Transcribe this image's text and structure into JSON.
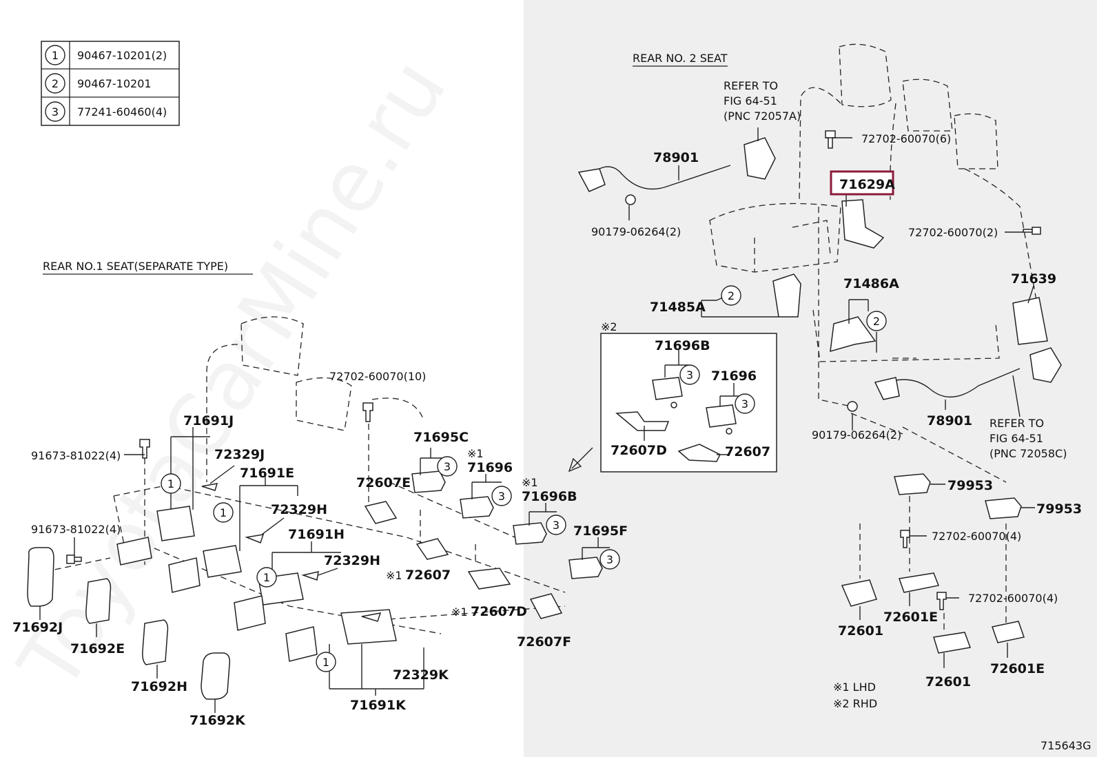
{
  "legend": [
    {
      "num": "1",
      "part": "90467-10201(2)"
    },
    {
      "num": "2",
      "part": "90467-10201"
    },
    {
      "num": "3",
      "part": "77241-60460(4)"
    }
  ],
  "sections": {
    "rear_no1": "REAR NO.1 SEAT(SEPARATE TYPE)",
    "rear_no2": "REAR NO. 2 SEAT"
  },
  "refer": {
    "top": [
      "REFER TO",
      "FIG 64-51",
      "(PNC 72057A)"
    ],
    "bottom": [
      "REFER TO",
      "FIG 64-51",
      "(PNC 72058C)"
    ]
  },
  "highlight": {
    "label": "71629A",
    "color": "#8b1a3a"
  },
  "rhd_box": {
    "mark": "※2"
  },
  "labels": {
    "l72702_6": "72702-60070(6)",
    "l78901_top": "78901",
    "l90179_top": "90179-06264(2)",
    "l72702_2": "72702-60070(2)",
    "l71486A": "71486A",
    "l71639": "71639",
    "l71485A": "71485A",
    "l71696B_box": "71696B",
    "l71696_box": "71696",
    "l72607D_box": "72607D",
    "l72607_box": "72607",
    "l78901_bot": "78901",
    "l90179_bot": "90179-06264(2)",
    "l79953_a": "79953",
    "l79953_b": "79953",
    "l72702_4a": "72702-60070(4)",
    "l72702_4b": "72702-60070(4)",
    "l72601_a": "72601",
    "l72601E_a": "72601E",
    "l72601_b": "72601",
    "l72601E_b": "72601E",
    "l72702_10": "72702-60070(10)",
    "l71691J": "71691J",
    "l72329J": "72329J",
    "l91673_top": "91673-81022(4)",
    "l71691E": "71691E",
    "l72329H": "72329H",
    "l91673_bot": "91673-81022(4)",
    "l71691H": "71691H",
    "l72329H2": "72329H",
    "l71695C": "71695C",
    "l71696_main": "71696",
    "l72607E": "72607E",
    "l71696B_main": "71696B",
    "l71695F": "71695F",
    "l72607_main": "72607",
    "l72607D_main": "72607D",
    "l72607F": "72607F",
    "l72329K": "72329K",
    "l71691K": "71691K",
    "l71692J": "71692J",
    "l71692E": "71692E",
    "l71692H": "71692H",
    "l71692K": "71692K"
  },
  "marks": {
    "m1a": "※1",
    "m1b": "※1",
    "m1c": "※1",
    "m1d": "※1"
  },
  "footnotes": [
    "※1 LHD",
    "※2 RHD"
  ],
  "figure_id": "715643G",
  "watermark": "ToyotaCarMine.ru",
  "colors": {
    "right_panel": "#efefef",
    "highlight_border": "#8b1a3a"
  }
}
